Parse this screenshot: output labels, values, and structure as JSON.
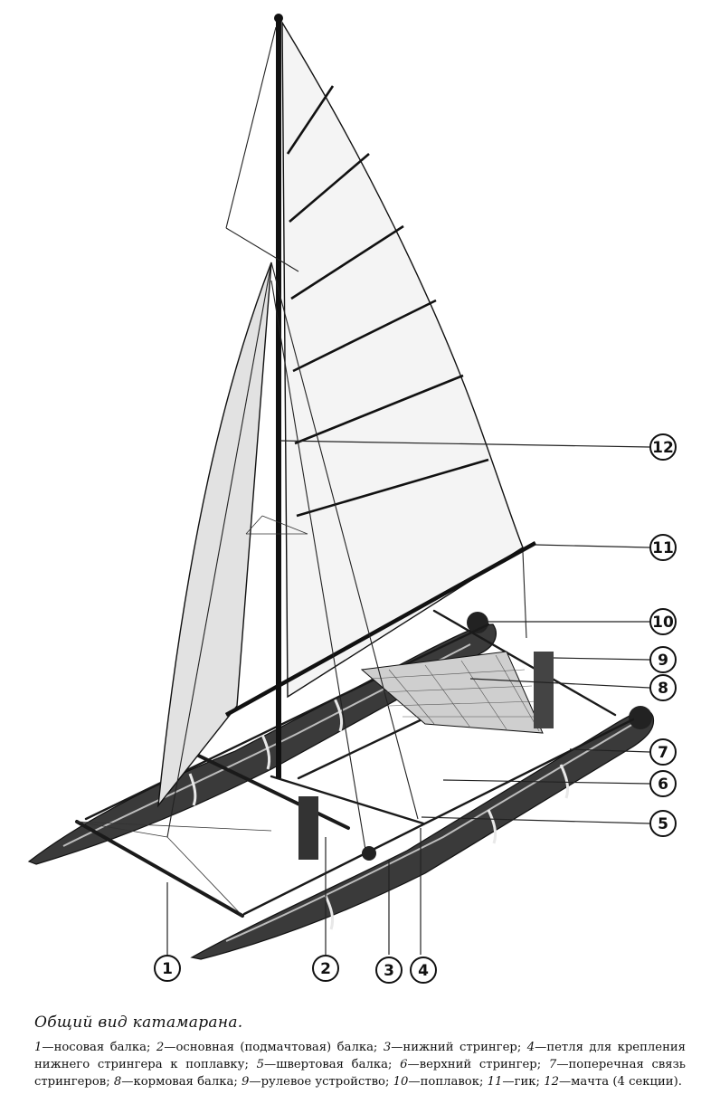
{
  "caption": {
    "title": "Общий вид катамарана.",
    "legend": [
      {
        "num": "1",
        "text": "—носовая балка;"
      },
      {
        "num": "2",
        "text": "—основная (подмачтовая) балка;"
      },
      {
        "num": "3",
        "text": "—нижний стрингер;"
      },
      {
        "num": "4",
        "text": "—петля для крепления нижнего стрингера к поплавку;"
      },
      {
        "num": "5",
        "text": "—швертовая балка;"
      },
      {
        "num": "6",
        "text": "—верхний стрингер;"
      },
      {
        "num": "7",
        "text": "—поперечная связь стрингеров;"
      },
      {
        "num": "8",
        "text": "—кормовая балка;"
      },
      {
        "num": "9",
        "text": "—рулевое устройство;"
      },
      {
        "num": "10",
        "text": "—поплавок;"
      },
      {
        "num": "11",
        "text": "—гик;"
      },
      {
        "num": "12",
        "text": "—мачта (4 секции)."
      }
    ]
  },
  "callouts": [
    "1",
    "2",
    "3",
    "4",
    "5",
    "6",
    "7",
    "8",
    "9",
    "10",
    "11",
    "12"
  ],
  "colors": {
    "ink": "#111111",
    "paper": "#ffffff",
    "float": "#3a3a3a",
    "sail": "#f4f4f4"
  }
}
